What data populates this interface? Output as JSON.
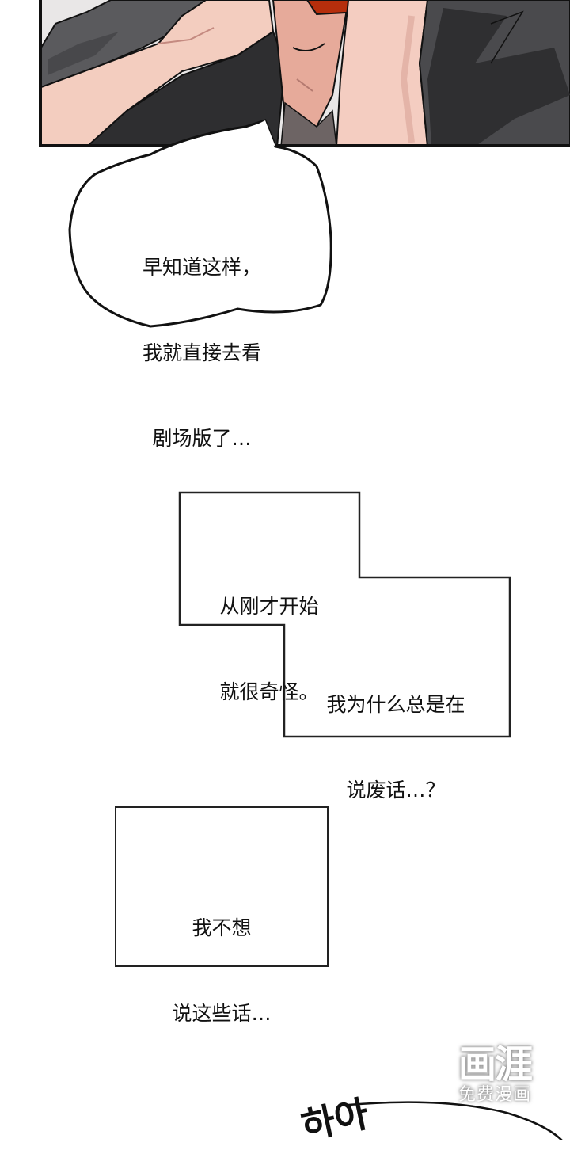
{
  "page": {
    "type": "webtoon-page",
    "background": "#ffffff"
  },
  "top_panel": {
    "description": "close-up of character with arm raised, dark jacket, red mouth",
    "colors": {
      "skin": "#f2c6b6",
      "skin_shadow": "#d9998c",
      "jacket": "#3a3a3c",
      "jacket_light": "#5b5b5f",
      "shirt": "#6d6464",
      "mouth": "#b62e0c",
      "border": "#111111",
      "background": "#e8e6e6"
    }
  },
  "speech_bubble": {
    "lines": [
      "早知道这样，",
      "我就直接去看",
      "剧场版了…"
    ]
  },
  "narration_1": {
    "lines": [
      "从刚才开始",
      "就很奇怪。"
    ]
  },
  "narration_2": {
    "lines": [
      "我为什么总是在",
      "说废话…？"
    ]
  },
  "narration_3": {
    "lines": [
      "我不想",
      "说这些话…"
    ]
  },
  "sfx": {
    "text": "하아"
  },
  "watermark": {
    "logo": "画涯",
    "subtitle": "免费漫画"
  }
}
